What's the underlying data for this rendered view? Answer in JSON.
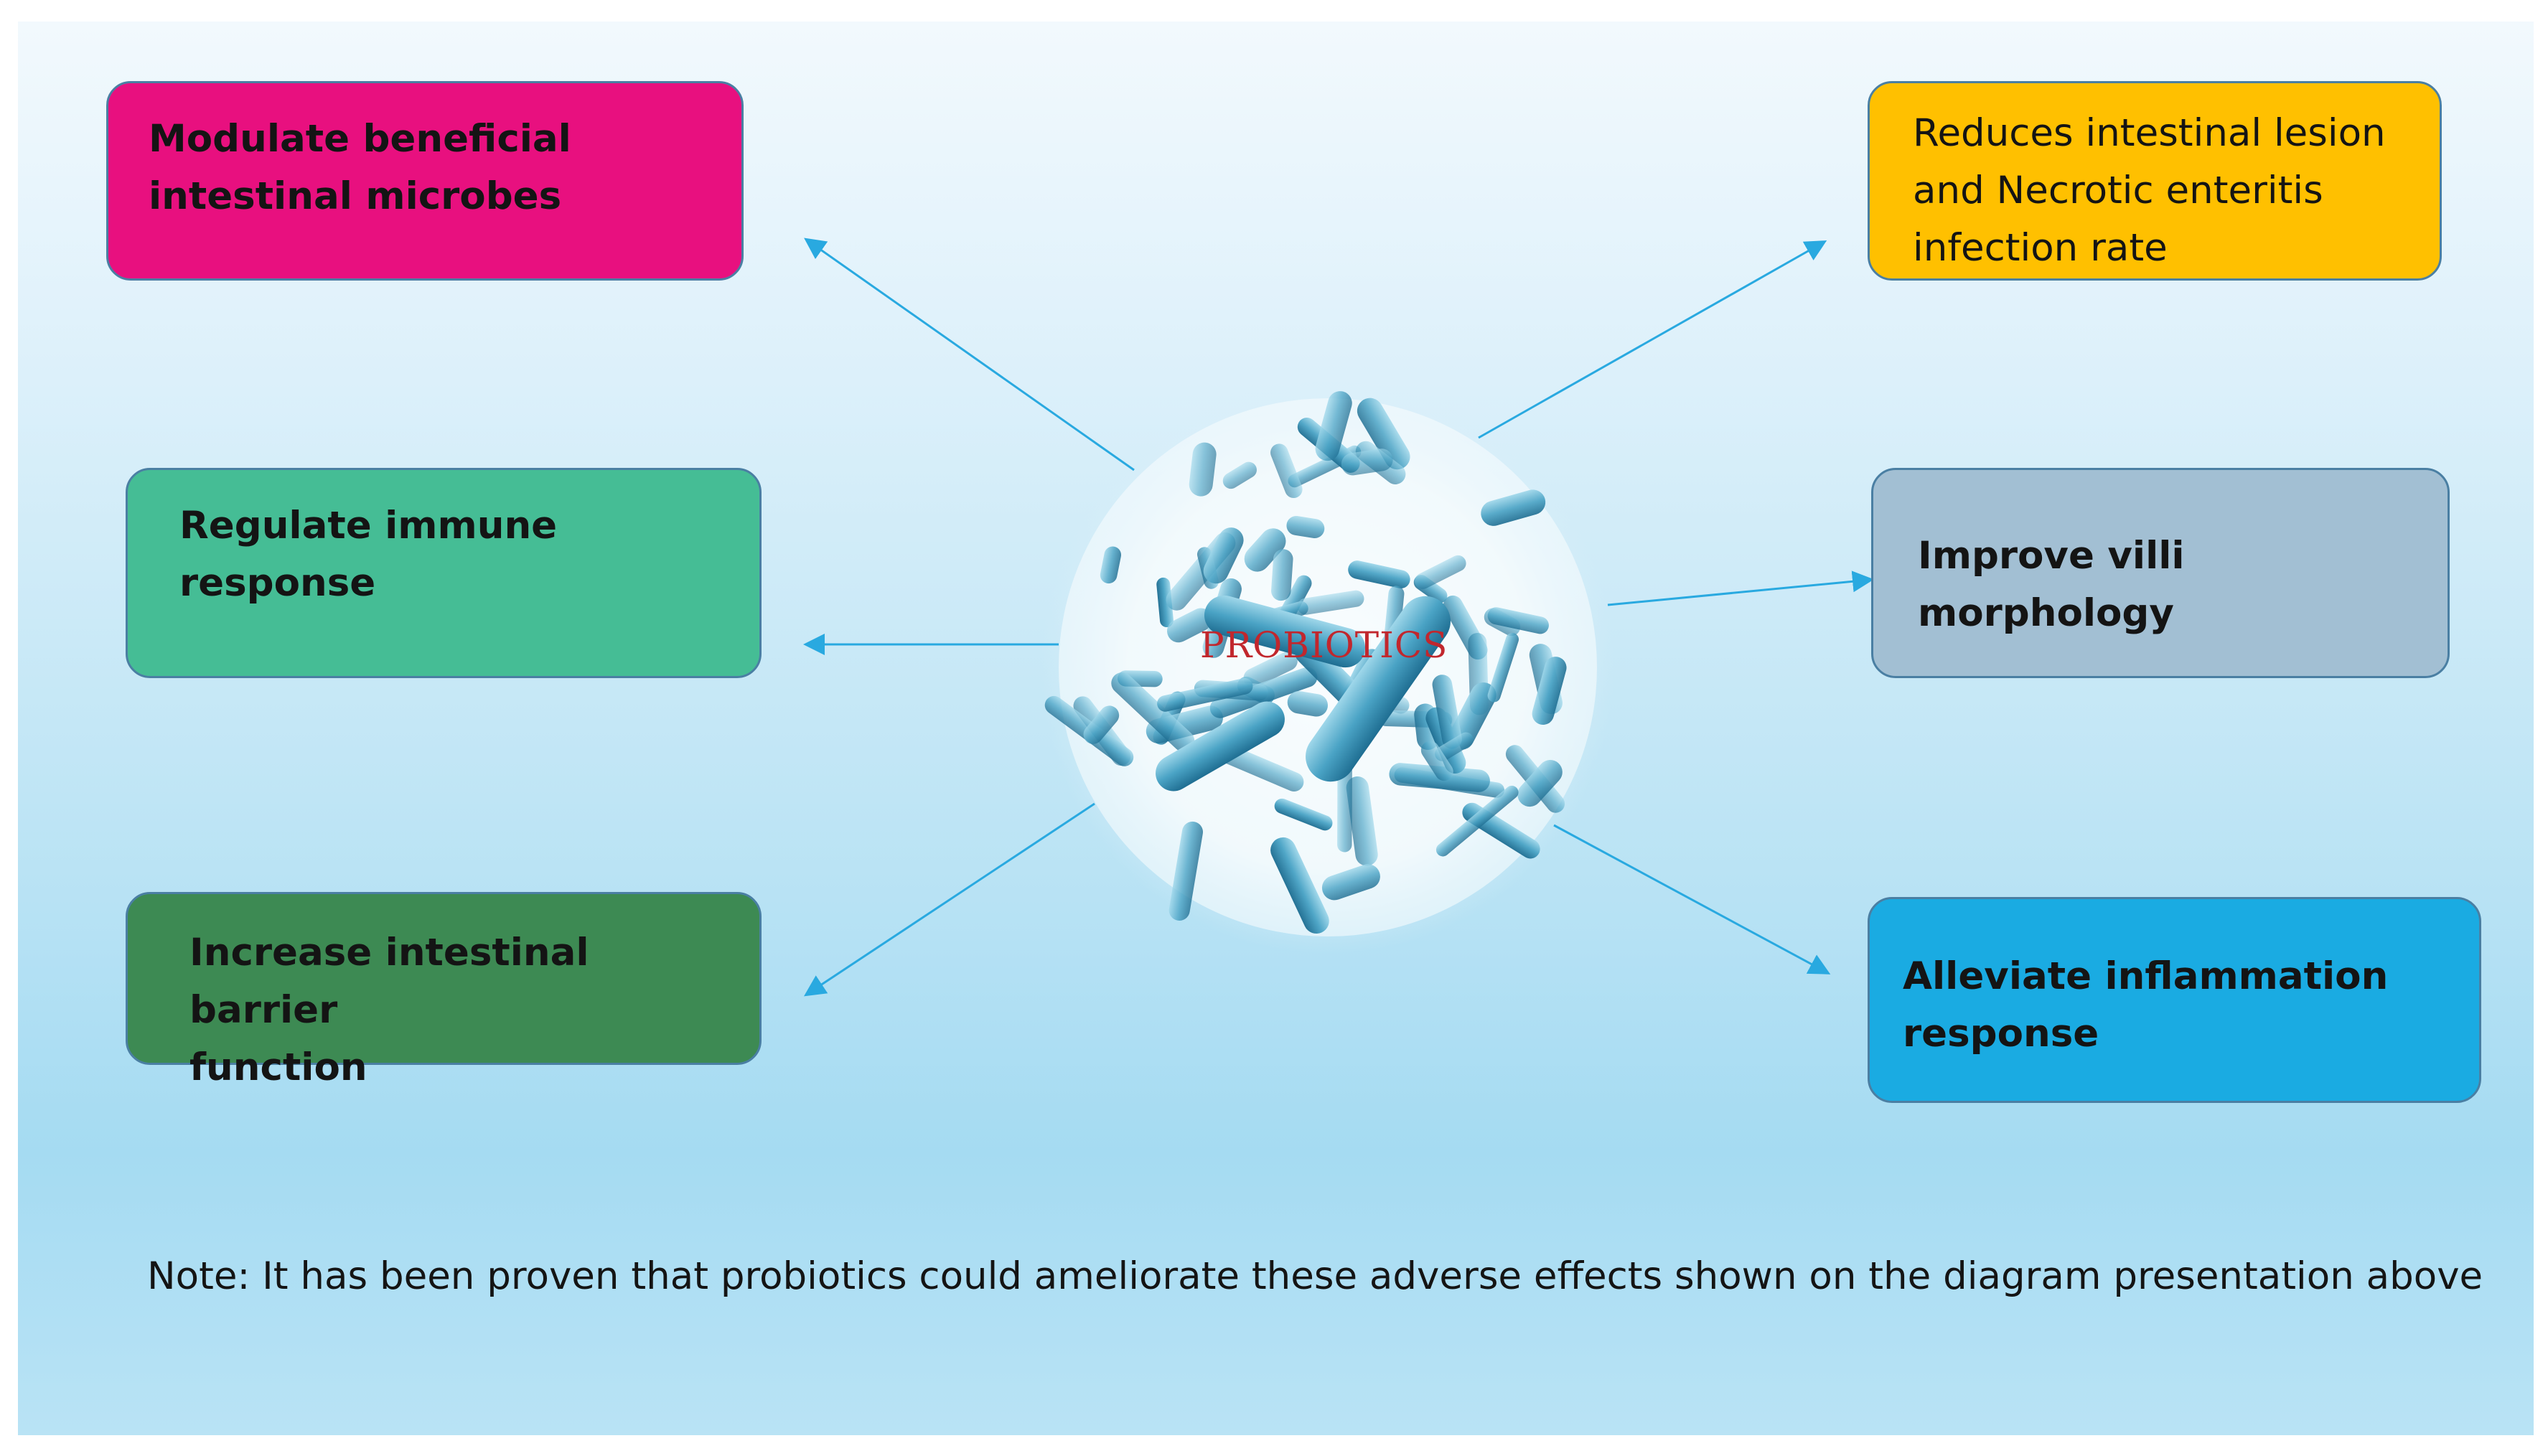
{
  "diagram": {
    "center": {
      "label": "PROBIOTICS"
    },
    "boxes": [
      {
        "id": "modulate",
        "text": "Modulate beneficial intestinal microbes",
        "lines": [
          "Modulate beneficial",
          "intestinal microbes"
        ],
        "color": "#e8107f"
      },
      {
        "id": "regulate",
        "text": "Regulate immune response",
        "lines": [
          "Regulate immune response"
        ],
        "color": "#45bd95"
      },
      {
        "id": "barrier",
        "text": "Increase intestinal barrier function",
        "lines": [
          "Increase intestinal barrier",
          "function"
        ],
        "color": "#3d8a53"
      },
      {
        "id": "lesion",
        "text": "Reduces intestinal lesion and Necrotic enteritis infection rate",
        "lines": [
          "Reduces intestinal lesion",
          "and Necrotic enteritis",
          "infection rate"
        ],
        "color": "#ffc000"
      },
      {
        "id": "villi",
        "text": "Improve villi morphology",
        "lines": [
          "Improve villi morphology"
        ],
        "color": "#a2bfd3"
      },
      {
        "id": "inflammation",
        "text": "Alleviate inflammation response",
        "lines": [
          "Alleviate inflammation",
          "response"
        ],
        "color": "#1aabe2"
      }
    ],
    "arrow_color": "#29a9e0",
    "note": "Note: It has been proven that probiotics could ameliorate these adverse effects shown on the diagram presentation above"
  }
}
